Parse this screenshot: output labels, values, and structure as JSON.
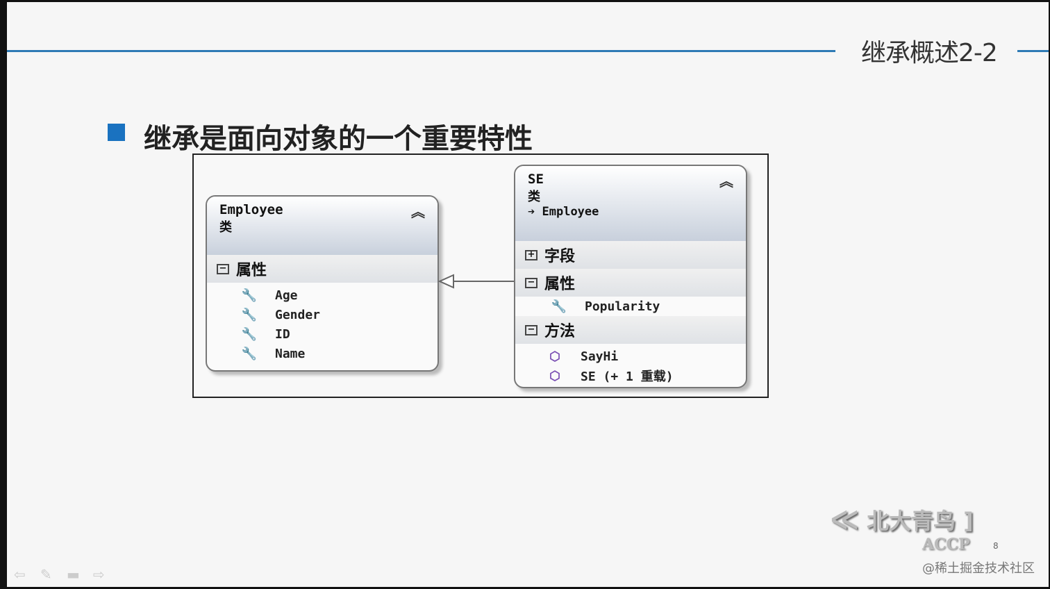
{
  "slide": {
    "title": "继承概述2-2",
    "heading": "继承是面向对象的一个重要特性"
  },
  "employee": {
    "name": "Employee",
    "kind": "类",
    "section": "属性",
    "properties": [
      "Age",
      "Gender",
      "ID",
      "Name"
    ]
  },
  "se": {
    "name": "SE",
    "kind": "类",
    "base": "Employee",
    "sections": {
      "fields": "字段",
      "properties": "属性",
      "methods": "方法"
    },
    "properties": [
      "Popularity"
    ],
    "methods": [
      "SayHi",
      "SE (+ 1 重载)"
    ]
  },
  "logo": {
    "cn": "北大青鸟",
    "en": "ACCP"
  },
  "page_number": "8",
  "watermark": "@稀土掘金技术社区",
  "colors": {
    "accent": "#1a72c0",
    "line": "#2e7ab5"
  }
}
